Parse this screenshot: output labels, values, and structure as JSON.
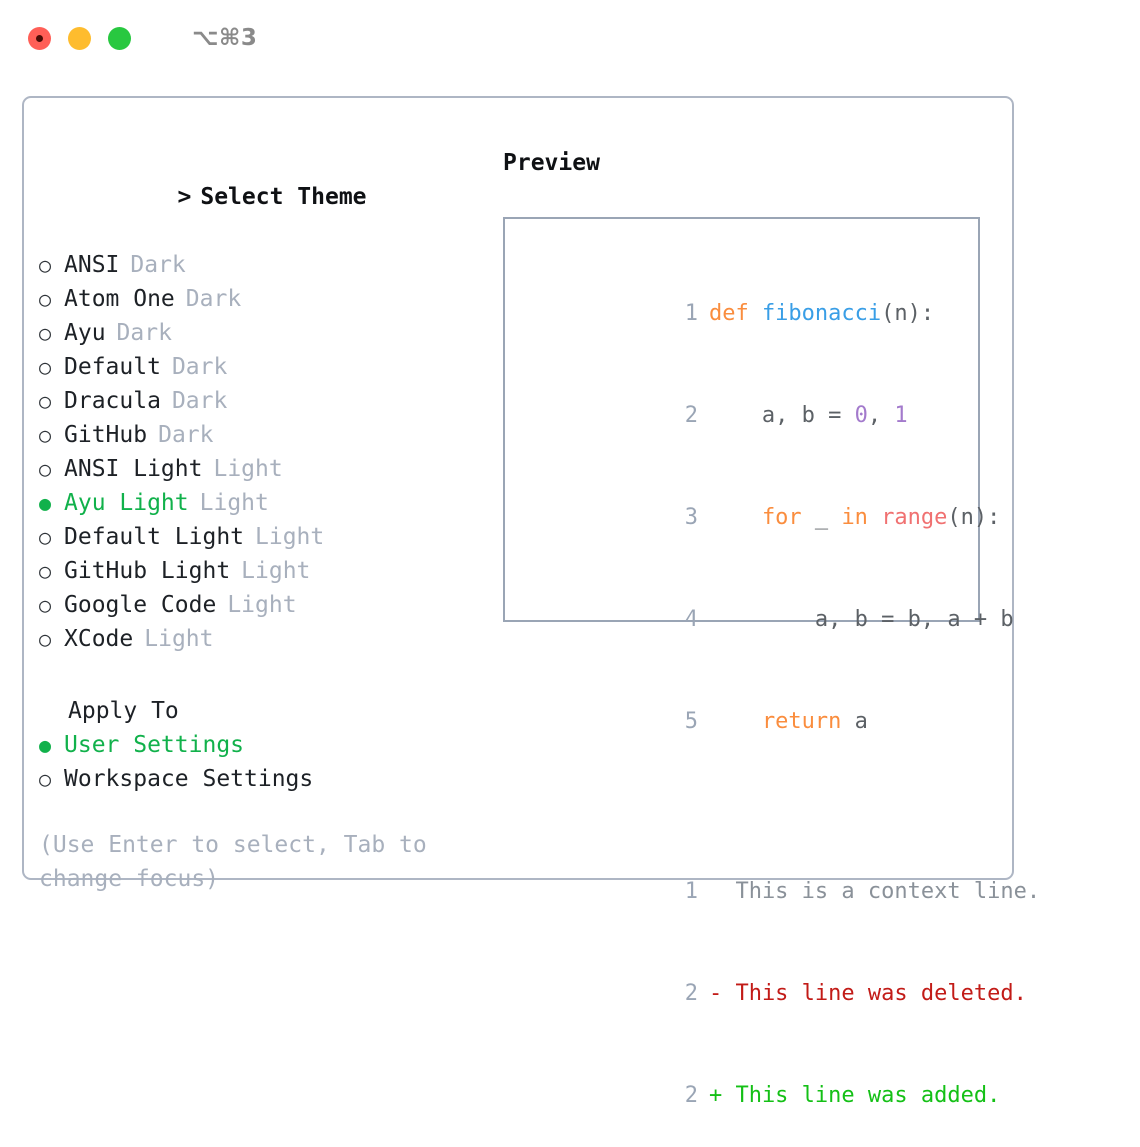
{
  "window": {
    "title": "⌥⌘3",
    "traffic_lights": [
      {
        "name": "close-button",
        "color": "#ff5f57"
      },
      {
        "name": "minimize-button",
        "color": "#febc2e"
      },
      {
        "name": "maximize-button",
        "color": "#28c840"
      }
    ]
  },
  "theme_selector": {
    "heading": "Select Theme",
    "caret": ">",
    "bullet_unselected": "○",
    "bullet_selected": "●",
    "accent_color": "#11b14b",
    "items": [
      {
        "label": "ANSI",
        "variant": "Dark",
        "selected": false
      },
      {
        "label": "Atom One",
        "variant": "Dark",
        "selected": false
      },
      {
        "label": "Ayu",
        "variant": "Dark",
        "selected": false
      },
      {
        "label": "Default",
        "variant": "Dark",
        "selected": false
      },
      {
        "label": "Dracula",
        "variant": "Dark",
        "selected": false
      },
      {
        "label": "GitHub",
        "variant": "Dark",
        "selected": false
      },
      {
        "label": "ANSI Light",
        "variant": "Light",
        "selected": false
      },
      {
        "label": "Ayu Light",
        "variant": "Light",
        "selected": true
      },
      {
        "label": "Default Light",
        "variant": "Light",
        "selected": false
      },
      {
        "label": "GitHub Light",
        "variant": "Light",
        "selected": false
      },
      {
        "label": "Google Code",
        "variant": "Light",
        "selected": false
      },
      {
        "label": "XCode",
        "variant": "Light",
        "selected": false
      }
    ]
  },
  "apply_to": {
    "title": "Apply To",
    "items": [
      {
        "label": "User Settings",
        "selected": true
      },
      {
        "label": "Workspace Settings",
        "selected": false
      }
    ]
  },
  "hint": "(Use Enter to select, Tab to change focus)",
  "preview": {
    "title": "Preview",
    "code_lines": [
      {
        "n": "1",
        "tokens": [
          {
            "t": "def ",
            "c": "kw"
          },
          {
            "t": "fibonacci",
            "c": "fn"
          },
          {
            "t": "(n):",
            "c": "punc"
          }
        ]
      },
      {
        "n": "2",
        "tokens": [
          {
            "t": "    a, b = ",
            "c": "punc"
          },
          {
            "t": "0",
            "c": "num"
          },
          {
            "t": ", ",
            "c": "punc"
          },
          {
            "t": "1",
            "c": "num"
          }
        ]
      },
      {
        "n": "3",
        "tokens": [
          {
            "t": "    ",
            "c": "punc"
          },
          {
            "t": "for",
            "c": "kw"
          },
          {
            "t": " _ ",
            "c": "punc"
          },
          {
            "t": "in",
            "c": "kw"
          },
          {
            "t": " ",
            "c": "punc"
          },
          {
            "t": "range",
            "c": "bi"
          },
          {
            "t": "(n):",
            "c": "punc"
          }
        ]
      },
      {
        "n": "4",
        "tokens": [
          {
            "t": "        a, b = b, a + b",
            "c": "punc"
          }
        ]
      },
      {
        "n": "5",
        "tokens": [
          {
            "t": "    ",
            "c": "punc"
          },
          {
            "t": "return",
            "c": "kw"
          },
          {
            "t": " a",
            "c": "punc"
          }
        ]
      }
    ],
    "diff_lines": [
      {
        "n": "1",
        "marker": " ",
        "text": " This is a context line.",
        "kind": "d-ctx"
      },
      {
        "n": "2",
        "marker": "-",
        "text": " This line was deleted.",
        "kind": "d-del"
      },
      {
        "n": "2",
        "marker": "+",
        "text": " This line was added.",
        "kind": "d-add"
      }
    ],
    "syntax_colors": {
      "keyword": "#fa8d3e",
      "function": "#399ee6",
      "number": "#a37acc",
      "builtin": "#f07171",
      "text": "#5c6166",
      "gutter": "#9aa5b5",
      "diff_context": "#8a9199",
      "diff_deleted": "#c21b17",
      "diff_added": "#14c016"
    }
  }
}
